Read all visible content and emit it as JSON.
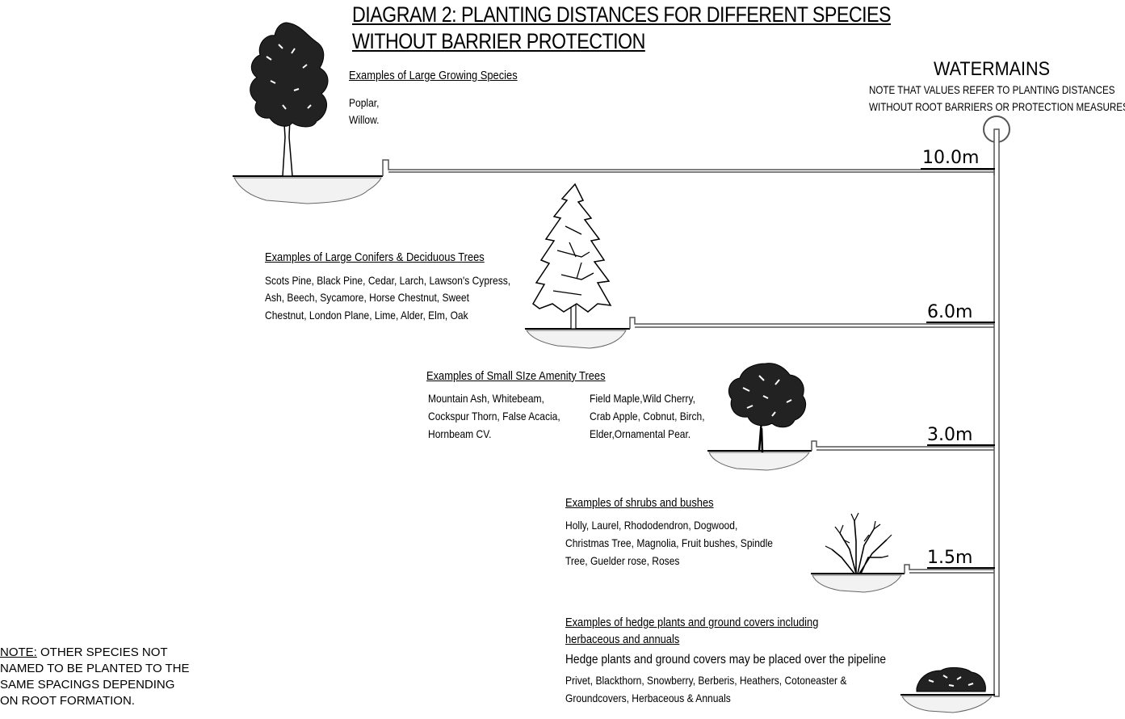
{
  "diagram": {
    "title_line1": "DIAGRAM 2: PLANTING DISTANCES FOR DIFFERENT SPECIES",
    "title_line2": "WITHOUT BARRIER PROTECTION",
    "watermains": {
      "label": "WATERMAINS",
      "note_line1": "NOTE THAT VALUES REFER TO PLANTING DISTANCES",
      "note_line2": "WITHOUT ROOT BARRIERS OR PROTECTION MEASURES"
    },
    "groups": [
      {
        "heading": "Examples of Large Growing Species",
        "lines": [
          "Poplar,",
          "Willow."
        ],
        "distance": "10.0m"
      },
      {
        "heading": "Examples of Large Conifers & Deciduous Trees",
        "lines": [
          "Scots Pine, Black Pine, Cedar, Larch, Lawson's Cypress,",
          "Ash, Beech, Sycamore, Horse Chestnut, Sweet",
          "Chestnut, London Plane, Lime, Alder, Elm, Oak"
        ],
        "distance": "6.0m"
      },
      {
        "heading": "Examples of Small SIze Amenity Trees",
        "col1": [
          "Mountain Ash, Whitebeam,",
          "Cockspur Thorn, False Acacia,",
          "Hornbeam CV."
        ],
        "col2": [
          "Field Maple,Wild Cherry,",
          "Crab Apple, Cobnut, Birch,",
          "Elder,Ornamental Pear."
        ],
        "distance": "3.0m"
      },
      {
        "heading": "Examples of shrubs and bushes",
        "lines": [
          "Holly, Laurel, Rhododendron, Dogwood,",
          "Christmas Tree, Magnolia, Fruit bushes, Spindle",
          "Tree, Guelder rose, Roses"
        ],
        "distance": "1.5m"
      },
      {
        "heading_line1": "Examples of hedge plants and ground covers including",
        "heading_line2": "herbaceous and annuals",
        "subnote": "Hedge plants and ground covers may be placed over the pipeline",
        "lines": [
          "Privet, Blackthorn, Snowberry, Berberis, Heathers, Cotoneaster &",
          "Groundcovers, Herbaceous & Annuals"
        ]
      }
    ],
    "footnote": {
      "prefix": "NOTE:",
      "line1_rest": " OTHER SPECIES NOT",
      "line2": "NAMED TO BE PLANTED TO THE",
      "line3": "SAME SPACINGS DEPENDING",
      "line4": "ON ROOT FORMATION."
    }
  }
}
